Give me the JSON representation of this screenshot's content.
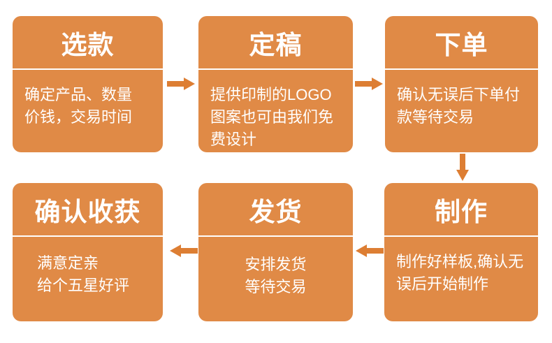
{
  "colors": {
    "background": "#FFFFFF",
    "box_fill": "#E08A46",
    "arrow_fill": "#DD7E33",
    "divider": "#FFFFFF",
    "text": "#FFFFFF"
  },
  "steps": [
    {
      "id": "select-style",
      "title": "选款",
      "description": "确定产品、数量\n价钱，交易时间"
    },
    {
      "id": "finalize-design",
      "title": "定稿",
      "description": "提供印制的LOGO\n图案也可由我们免\n费设计"
    },
    {
      "id": "place-order",
      "title": "下单",
      "description": "确认无误后下单付\n款等待交易"
    },
    {
      "id": "production",
      "title": "制作",
      "description": "制作好样板,确认无\n误后开始制作"
    },
    {
      "id": "shipping",
      "title": "发货",
      "description": "安排发货\n等待交易"
    },
    {
      "id": "confirm-receipt",
      "title": "确认收获",
      "description": "满意定亲\n给个五星好评"
    }
  ],
  "flow": {
    "arrows": [
      {
        "from": "选款",
        "to": "定稿",
        "direction": "right"
      },
      {
        "from": "定稿",
        "to": "下单",
        "direction": "right"
      },
      {
        "from": "下单",
        "to": "制作",
        "direction": "down"
      },
      {
        "from": "制作",
        "to": "发货",
        "direction": "left"
      },
      {
        "from": "发货",
        "to": "确认收获",
        "direction": "left"
      }
    ]
  }
}
